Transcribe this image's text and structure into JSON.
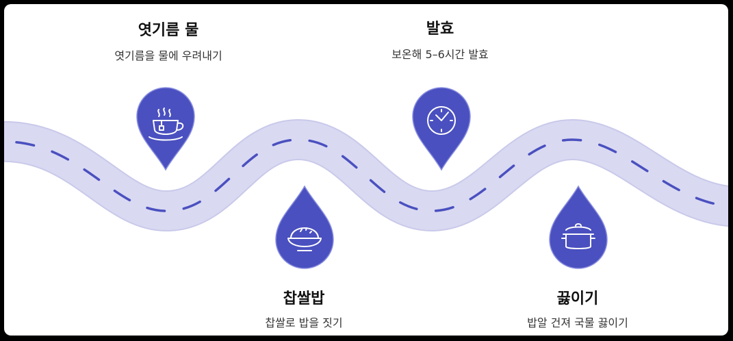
{
  "colors": {
    "road": "#d9d9f2",
    "road_edge": "#c9c9ea",
    "dash": "#4a50bf",
    "pin": "#4a50bf",
    "pin_edge": "#8a8fe0",
    "icon": "#ffffff"
  },
  "steps": [
    {
      "title": "엿기름 물",
      "description": "엿기름을 물에 우려내기",
      "icon": "tea-cup-icon"
    },
    {
      "title": "찹쌀밥",
      "description": "찹쌀로 밥을 짓기",
      "icon": "rice-bowl-icon"
    },
    {
      "title": "발효",
      "description": "보온해 5–6시간 발효",
      "icon": "clock-icon"
    },
    {
      "title": "끓이기",
      "description": "밥알 건져 국물 끓이기",
      "icon": "pot-icon"
    }
  ]
}
